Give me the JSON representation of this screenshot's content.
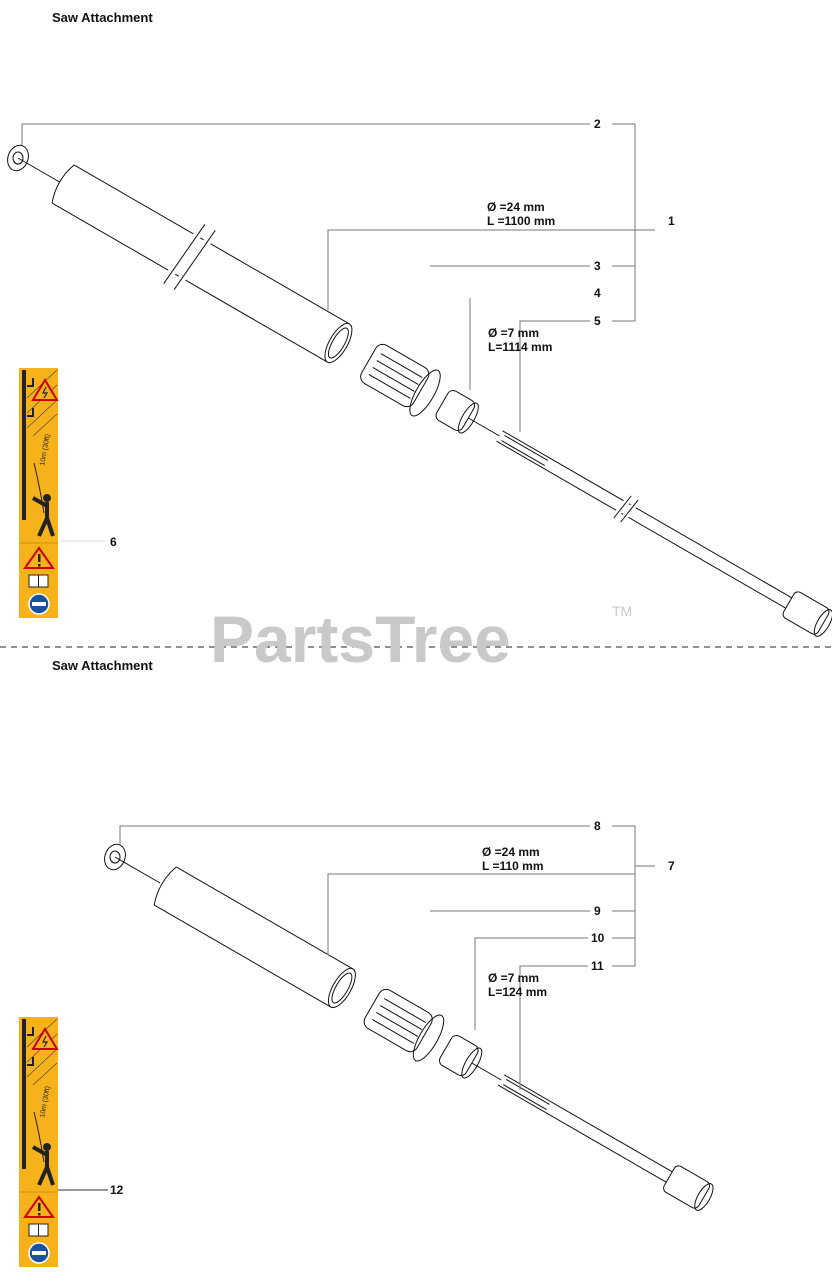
{
  "sections": [
    {
      "title": "Saw Attachment",
      "callouts": [
        "1",
        "2",
        "3",
        "4",
        "5",
        "6"
      ],
      "tube_dims": {
        "diameter": "Ø =24 mm",
        "length": "L =1100 mm"
      },
      "shaft_dims": {
        "diameter": "Ø =7 mm",
        "length": "L=1114 mm"
      }
    },
    {
      "title": "Saw Attachment",
      "callouts": [
        "7",
        "8",
        "9",
        "10",
        "11",
        "12"
      ],
      "tube_dims": {
        "diameter": "Ø =24 mm",
        "length": "L =110 mm"
      },
      "shaft_dims": {
        "diameter": "Ø =7 mm",
        "length": "L=124 mm"
      }
    }
  ],
  "decal": {
    "distance_label": "10m (30ft)",
    "background": "#f5b21a"
  },
  "watermark": {
    "text": "PartsTree",
    "trademark": "TM"
  }
}
